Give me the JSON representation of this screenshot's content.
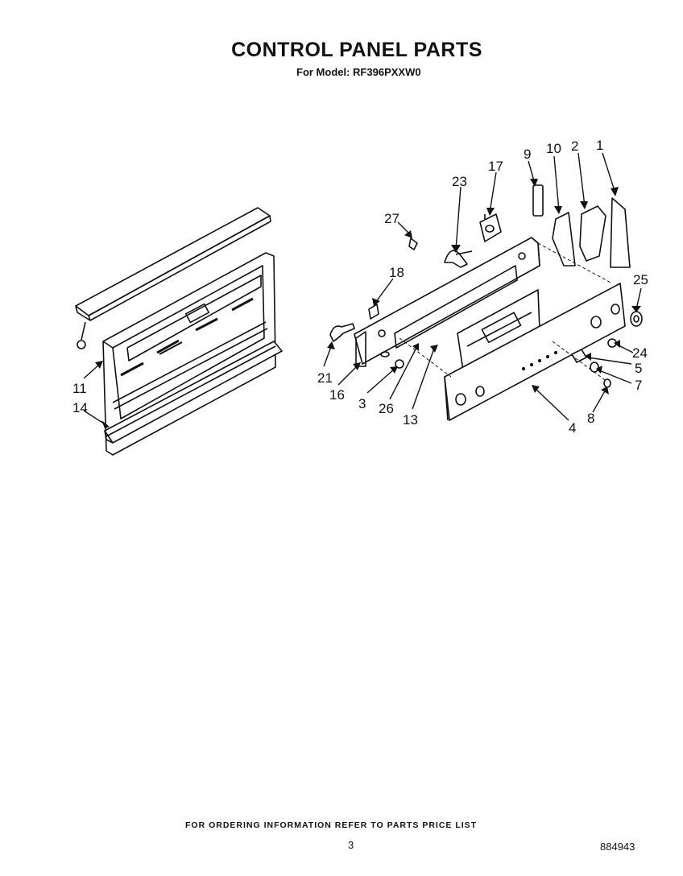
{
  "header": {
    "title": "CONTROL PANEL PARTS",
    "subtitle": "For Model: RF396PXXW0"
  },
  "callouts": [
    "1",
    "2",
    "3",
    "4",
    "5",
    "7",
    "8",
    "9",
    "10",
    "11",
    "13",
    "14",
    "16",
    "17",
    "18",
    "21",
    "23",
    "24",
    "25",
    "26",
    "27"
  ],
  "footer": {
    "note": "FOR ORDERING INFORMATION REFER TO PARTS PRICE LIST",
    "page_number": "3",
    "doc_number": "884943"
  }
}
